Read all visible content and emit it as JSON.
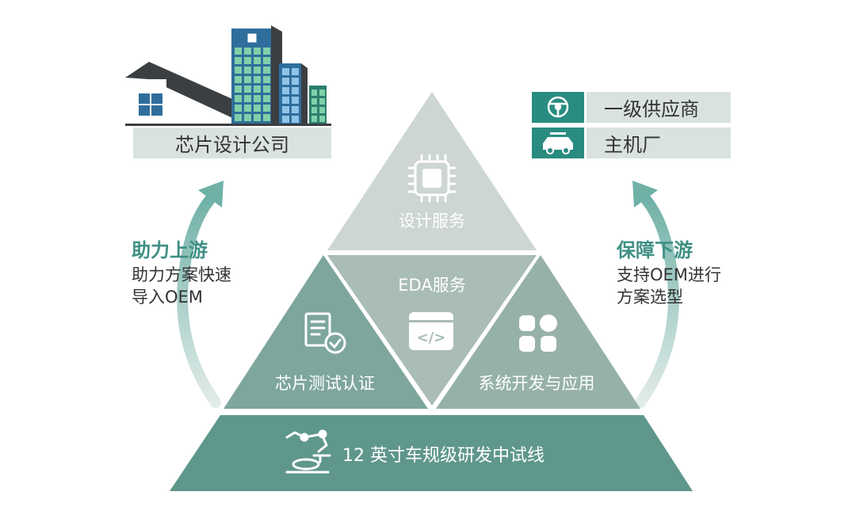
{
  "left_panel": {
    "label": "芯片设计公司",
    "side_title": "助力上游",
    "side_lines": [
      "助力方案快速",
      "导入OEM"
    ]
  },
  "right_panel": {
    "items": [
      {
        "label": "一级供应商",
        "icon": "steering-wheel-icon"
      },
      {
        "label": "主机厂",
        "icon": "car-icon"
      }
    ],
    "side_title": "保障下游",
    "side_lines": [
      "支持OEM进行",
      "方案选型"
    ]
  },
  "pyramid": {
    "top": {
      "label": "设计服务",
      "icon": "chip-icon"
    },
    "middle": {
      "label": "EDA服务",
      "icon": "code-window-icon"
    },
    "left": {
      "label": "芯片测试认证",
      "icon": "document-check-icon"
    },
    "right": {
      "label": "系统开发与应用",
      "icon": "app-grid-icon"
    },
    "base": {
      "label": "12 英寸车规级研发中试线",
      "icon": "robot-arm-icon"
    }
  },
  "colors": {
    "top_tri": "#cdd6d3",
    "middle_tri": "#a9bcb6",
    "left_tri": "#7ea69d",
    "right_tri": "#96b1aa",
    "base": "#5f978c",
    "accent": "#3f8f84",
    "label_bg": "#d9e2df"
  }
}
